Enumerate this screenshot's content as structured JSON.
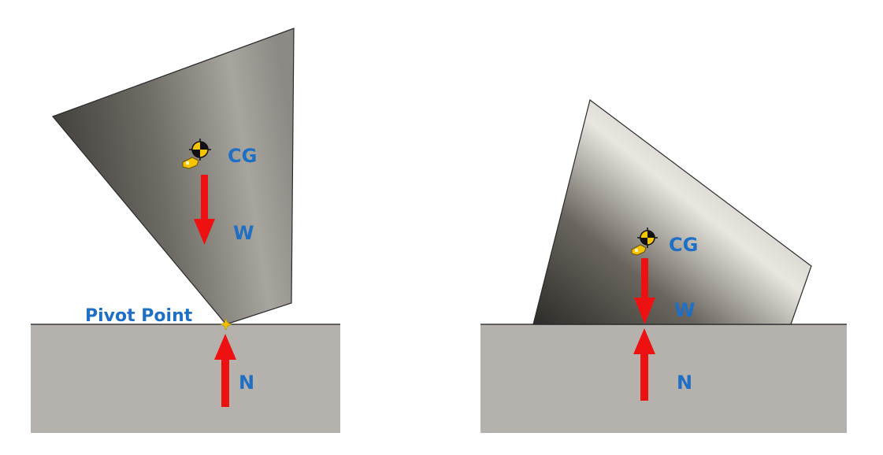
{
  "colors": {
    "label": "#1f6fc4",
    "arrow": "#ee1111",
    "ground": "#b5b2ae",
    "pivot": "#f2c200"
  },
  "left_panel": {
    "cg_label": "CG",
    "weight_label": "W",
    "normal_label": "N",
    "pivot_label": "Pivot Point",
    "cg_icon": "center-of-gravity-icon",
    "pivot_marker": "pivot-star-icon"
  },
  "right_panel": {
    "cg_label": "CG",
    "weight_label": "W",
    "normal_label": "N",
    "cg_icon": "center-of-gravity-icon"
  }
}
